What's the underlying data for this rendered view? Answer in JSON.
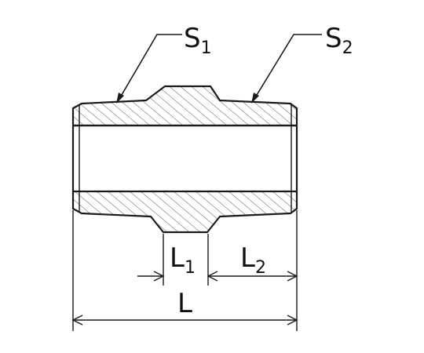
{
  "labels": {
    "s1": {
      "main": "S",
      "sub": "1"
    },
    "s2": {
      "main": "S",
      "sub": "2"
    },
    "l1": {
      "main": "L",
      "sub": "1"
    },
    "l2": {
      "main": "L",
      "sub": "2"
    },
    "l": {
      "main": "L"
    }
  },
  "colors": {
    "line": "#1a1a1a",
    "hatch": "#5a5a5a",
    "background": "#ffffff"
  }
}
